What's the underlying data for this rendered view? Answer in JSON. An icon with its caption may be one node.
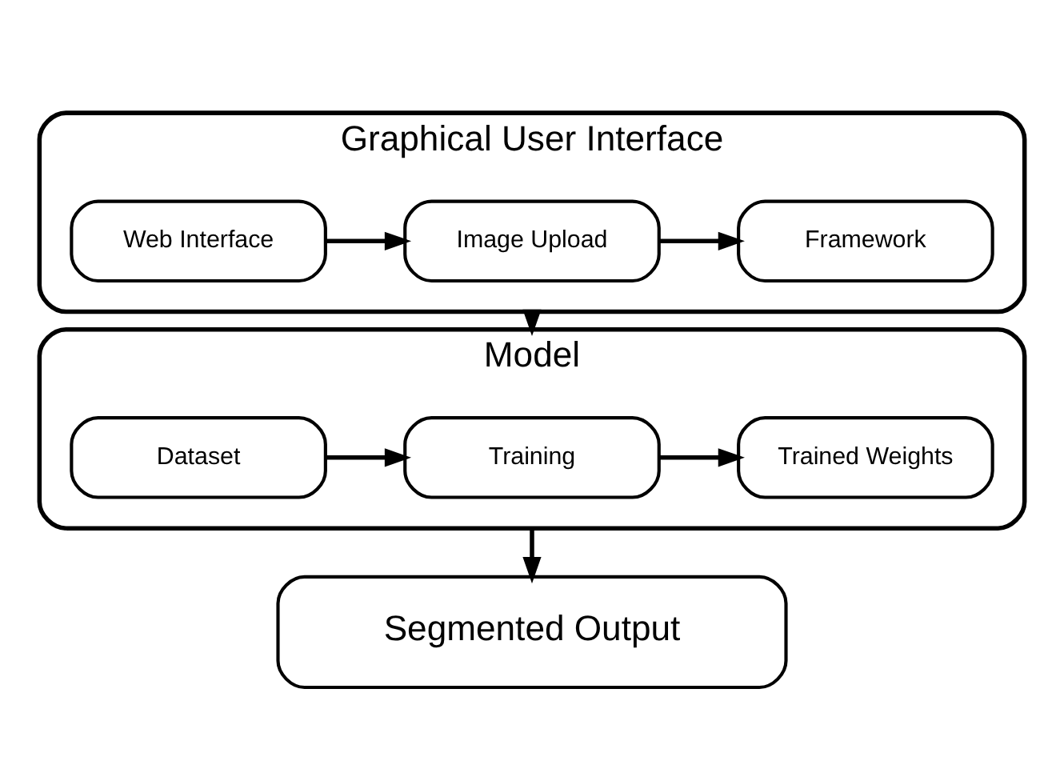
{
  "diagram": {
    "nodes": [
      {
        "text": [
          "Graphical User Interface"
        ]
      },
      {
        "text": [
          "Web Interface"
        ],
        "in": 0
      },
      {
        "text": [
          "Image Upload"
        ],
        "in": 0
      },
      {
        "text": [
          "Framework"
        ],
        "in": 0
      },
      {
        "text": [
          "Model"
        ]
      },
      {
        "text": [
          "Dataset"
        ],
        "in": 4
      },
      {
        "text": [
          "Training"
        ],
        "in": 4
      },
      {
        "text": [
          "Trained Weights"
        ],
        "in": 4
      },
      {
        "text": [
          "Segmented Output"
        ]
      }
    ],
    "edges": [
      {
        "from": 1,
        "to": 2,
        "arrow": "to"
      },
      {
        "from": 2,
        "to": 3,
        "arrow": "to"
      },
      {
        "from": 0,
        "to": 4,
        "arrow": "to"
      },
      {
        "from": 5,
        "to": 6,
        "arrow": "to"
      },
      {
        "from": 6,
        "to": 7,
        "arrow": "to"
      },
      {
        "from": 4,
        "to": 8,
        "arrow": "to"
      }
    ]
  }
}
